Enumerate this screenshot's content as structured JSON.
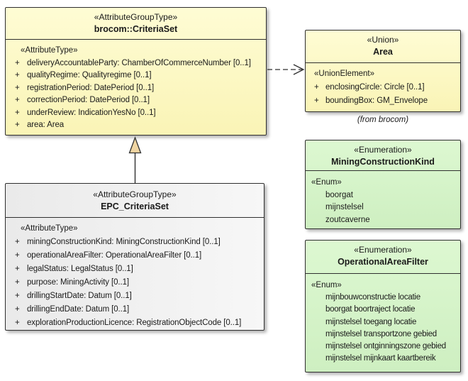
{
  "diagram_type": "UML class diagram",
  "boxes": {
    "criteriaSet": {
      "stereotype": "«AttributeGroupType»",
      "name": "brocom::CriteriaSet",
      "sectionStereotype": "«AttributeType»",
      "attributes": [
        {
          "vis": "+",
          "label": "deliveryAccountableParty: ChamberOfCommerceNumber [0..1]"
        },
        {
          "vis": "+",
          "label": "qualityRegime: Qualityregime [0..1]"
        },
        {
          "vis": "+",
          "label": "registrationPeriod: DatePeriod [0..1]"
        },
        {
          "vis": "+",
          "label": "correctionPeriod: DatePeriod [0..1]"
        },
        {
          "vis": "+",
          "label": "underReview: IndicationYesNo [0..1]"
        },
        {
          "vis": "+",
          "label": "area: Area"
        }
      ]
    },
    "area": {
      "stereotype": "«Union»",
      "name": "Area",
      "sectionStereotype": "«UnionElement»",
      "attributes": [
        {
          "vis": "+",
          "label": "enclosingCircle: Circle [0..1]"
        },
        {
          "vis": "+",
          "label": "boundingBox: GM_Envelope"
        }
      ],
      "note": "(from brocom)"
    },
    "miningConstructionKind": {
      "stereotype": "«Enumeration»",
      "name": "MiningConstructionKind",
      "sectionStereotype": "«Enum»",
      "values": [
        "boorgat",
        "mijnstelsel",
        "zoutcaverne"
      ]
    },
    "operationalAreaFilter": {
      "stereotype": "«Enumeration»",
      "name": "OperationalAreaFilter",
      "sectionStereotype": "«Enum»",
      "values": [
        "mijnbouwconstructie locatie",
        "boorgat boortraject locatie",
        "mijnstelsel toegang locatie",
        "mijnstelsel transportzone gebied",
        "mijnstelsel ontginningszone gebied",
        "mijnstelsel mijnkaart kaartbereik"
      ]
    },
    "epcCriteriaSet": {
      "stereotype": "«AttributeGroupType»",
      "name": "EPC_CriteriaSet",
      "sectionStereotype": "«AttributeType»",
      "attributes": [
        {
          "vis": "+",
          "label": "miningConstructionKind: MiningConstructionKind [0..1]"
        },
        {
          "vis": "+",
          "label": "operationalAreaFilter: OperationalAreaFilter [0..1]"
        },
        {
          "vis": "+",
          "label": "legalStatus: LegalStatus [0..1]"
        },
        {
          "vis": "+",
          "label": "purpose: MiningActivity [0..1]"
        },
        {
          "vis": "+",
          "label": "drillingStartDate: Datum [0..1]"
        },
        {
          "vis": "+",
          "label": "drillingEndDate: Datum [0..1]"
        },
        {
          "vis": "+",
          "label": "explorationProductionLicence: RegistrationObjectCode [0..1]"
        }
      ]
    }
  },
  "relationships": [
    {
      "type": "generalization",
      "from": "EPC_CriteriaSet",
      "to": "brocom::CriteriaSet",
      "line_style": "solid",
      "arrowhead": "hollow-triangle"
    },
    {
      "type": "dependency",
      "from": "brocom::CriteriaSet",
      "to": "Area",
      "line_style": "dashed",
      "arrowhead": "open"
    }
  ],
  "colors": {
    "class_fill_top": "#FEFCD4",
    "class_fill_bottom": "#FAF4B6",
    "enum_fill_top": "#DDF8D1",
    "enum_fill_bottom": "#CEEFC1",
    "group_fill_left": "#EAEAEA",
    "group_fill_right": "#F7F7F7",
    "border": "#2F2F2F",
    "generalization_arrow_fill": "#F0D5A2"
  }
}
